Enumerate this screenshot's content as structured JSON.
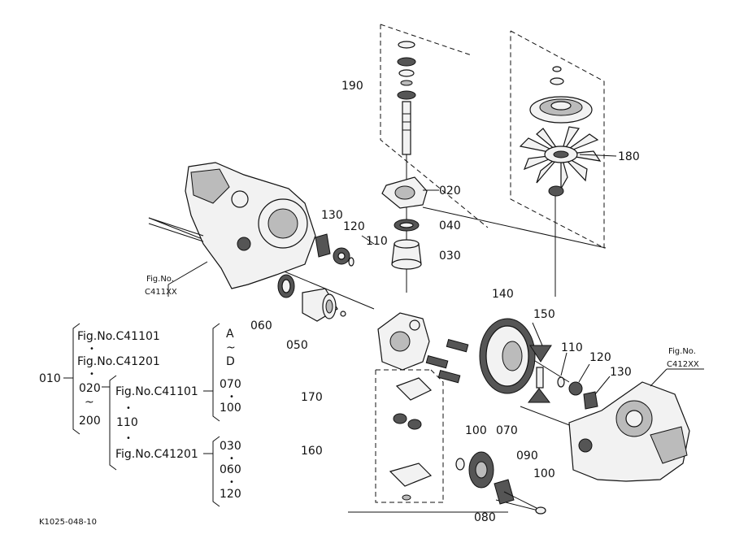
{
  "labels": {
    "p190": "190",
    "p180": "180",
    "p020": "020",
    "p040": "040",
    "p030": "030",
    "p130a": "130",
    "p120a": "120",
    "p110a": "110",
    "fig_left_1": "Fig.No.",
    "fig_left_2": "C411XX",
    "p060": "060",
    "p050": "050",
    "p140": "140",
    "p150": "150",
    "p110b": "110",
    "p120b": "120",
    "p130b": "130",
    "fig_right_1": "Fig.No.",
    "fig_right_2": "C412XX",
    "p170": "170",
    "p160": "160",
    "p100a": "100",
    "p070": "070",
    "p090": "090",
    "p100b": "100",
    "p080": "080",
    "footer_code": "K1025-048-10"
  },
  "index": {
    "root": "010",
    "fig_c41101_a": "Fig.No.C41101",
    "fig_c41201_a": "Fig.No.C41201",
    "range_start_a": "020",
    "tilde_a": "~",
    "range_end_a": "200",
    "sub_a": "A",
    "sub_tilde": "~",
    "sub_d": "D",
    "fig_c41101_b": "Fig.No.C41101",
    "v070": "070",
    "v100": "100",
    "v110": "110",
    "fig_c41201_b": "Fig.No.C41201",
    "v030": "030",
    "v060": "060",
    "v120": "120"
  }
}
